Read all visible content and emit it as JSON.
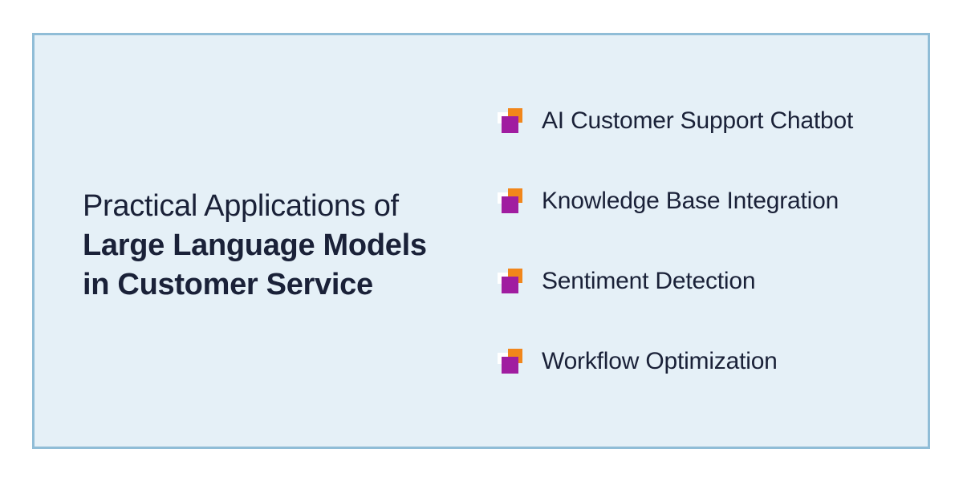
{
  "title": {
    "line1": "Practical Applications of",
    "line2": "Large Language Models",
    "line3": "in Customer Service"
  },
  "list": {
    "items": [
      {
        "label": "AI Customer Support Chatbot"
      },
      {
        "label": "Knowledge Base Integration"
      },
      {
        "label": "Sentiment Detection"
      },
      {
        "label": "Workflow Optimization"
      }
    ],
    "bullet_icon": "overlapping-squares-icon"
  },
  "colors": {
    "panel_bg": "#E5F0F7",
    "panel_border": "#90BDD7",
    "text": "#1A2138",
    "bullet_orange": "#F1861B",
    "bullet_purple": "#A01DA0",
    "bullet_white": "#FFFFFF"
  }
}
